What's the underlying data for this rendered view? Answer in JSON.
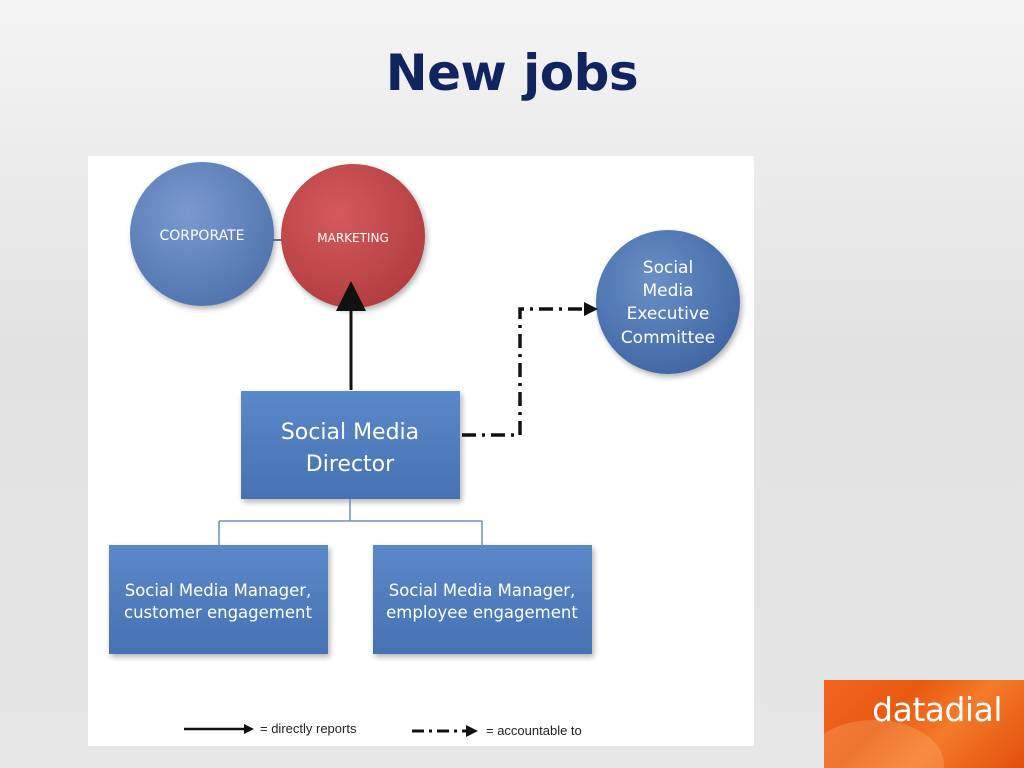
{
  "slide": {
    "title": "New jobs"
  },
  "diagram": {
    "corporate": "CORPORATE",
    "marketing": "MARKETING",
    "committee": [
      "Social",
      "Media",
      "Executive",
      "Committee"
    ],
    "director": [
      "Social Media",
      "Director"
    ],
    "manager_customer": [
      "Social Media Manager,",
      "customer engagement"
    ],
    "manager_employee": [
      "Social Media Manager,",
      "employee engagement"
    ],
    "legend": {
      "direct": "= directly reports",
      "accountable": "= accountable to"
    }
  },
  "brand": {
    "logo_text": "datadial"
  },
  "colors": {
    "title": "#10245f",
    "corporate_circle": "#5b7fb8",
    "marketing_circle": "#c0474a",
    "committee_circle": "#4a72ae",
    "box_fill": "#4f7dc0",
    "logo_orange": "#f26522"
  }
}
